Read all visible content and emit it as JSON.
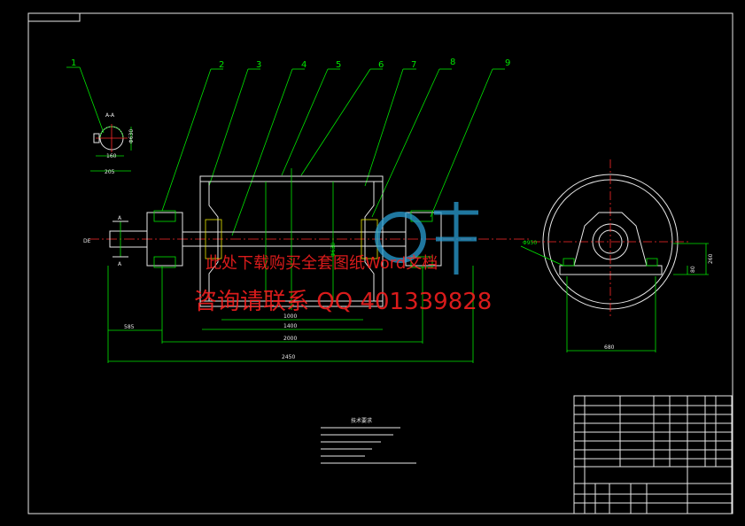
{
  "drawing": {
    "leader_numbers": [
      "1",
      "2",
      "3",
      "4",
      "5",
      "6",
      "7",
      "8",
      "9"
    ],
    "section_label": "A",
    "section_title": "A-A",
    "dimensions": {
      "total_length": "2450",
      "shaft_ext": "585",
      "overall": "2000",
      "span_1400": "1400",
      "face_1000": "1000",
      "end_width": "680",
      "height_260": "260",
      "height_80": "80",
      "shaft_key": "160",
      "shaft_w": "205",
      "shaft_d": "Φ630",
      "drum_dia": "Φ630",
      "left_label": "DE",
      "right_dia": "Φ950"
    },
    "notes_title": "技术要求"
  },
  "watermark": {
    "line1": "此处下载购买全套图纸Word文档",
    "line2": "咨询请联系 QQ 401339828"
  },
  "colors": {
    "background": "#000000",
    "outline": "#e8e8e8",
    "leader": "#00e600",
    "center": "#ff2a2a",
    "hidden": "#e6e600",
    "watermark": "#ff2020",
    "logo": "#2a9fd4"
  }
}
